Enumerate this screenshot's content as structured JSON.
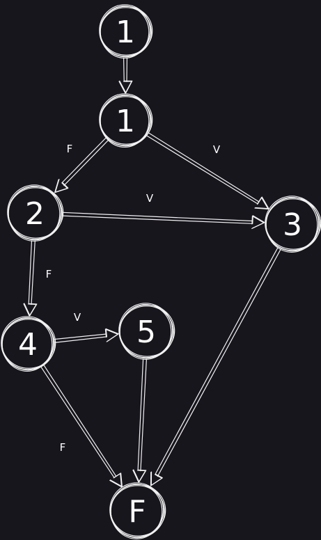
{
  "diagram": {
    "background": "#18161d",
    "stroke_color": "#f2f2f2",
    "nodes": [
      {
        "id": "n_start",
        "label": "1"
      },
      {
        "id": "n1",
        "label": "1"
      },
      {
        "id": "n2",
        "label": "2"
      },
      {
        "id": "n3",
        "label": "3"
      },
      {
        "id": "n4",
        "label": "4"
      },
      {
        "id": "n5",
        "label": "5"
      },
      {
        "id": "nF",
        "label": "F"
      }
    ],
    "edges": [
      {
        "from": "n_start",
        "to": "n1",
        "label": ""
      },
      {
        "from": "n1",
        "to": "n2",
        "label": "F"
      },
      {
        "from": "n1",
        "to": "n3",
        "label": "V"
      },
      {
        "from": "n2",
        "to": "n3",
        "label": "V"
      },
      {
        "from": "n2",
        "to": "n4",
        "label": "F"
      },
      {
        "from": "n4",
        "to": "n5",
        "label": "V"
      },
      {
        "from": "n4",
        "to": "nF",
        "label": "F"
      },
      {
        "from": "n5",
        "to": "nF",
        "label": ""
      },
      {
        "from": "n3",
        "to": "nF",
        "label": ""
      }
    ]
  }
}
